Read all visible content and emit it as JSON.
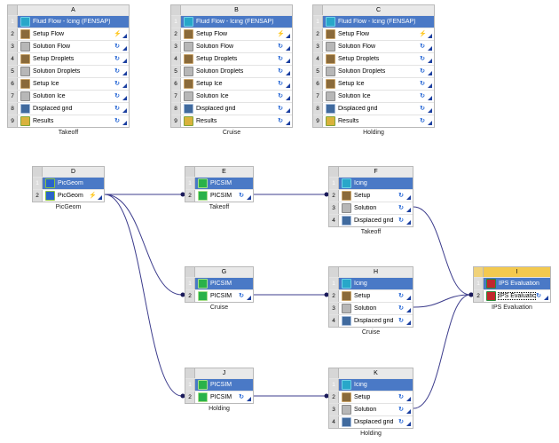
{
  "ui": {
    "systems": [
      {
        "id": "A",
        "letter": "A",
        "caption": "Takeoff",
        "selected": false,
        "rows": [
          {
            "n": "1",
            "label": "Fluid Flow - Icing (FENSAP)",
            "icon": "fluent",
            "status": "",
            "title": true
          },
          {
            "n": "2",
            "label": "Setup Flow",
            "icon": "setup",
            "status": "update"
          },
          {
            "n": "3",
            "label": "Solution Flow",
            "icon": "solution",
            "status": "refresh"
          },
          {
            "n": "4",
            "label": "Setup Droplets",
            "icon": "setup",
            "status": "refresh"
          },
          {
            "n": "5",
            "label": "Solution Droplets",
            "icon": "solution",
            "status": "refresh"
          },
          {
            "n": "6",
            "label": "Setup Ice",
            "icon": "setup",
            "status": "refresh"
          },
          {
            "n": "7",
            "label": "Solution Ice",
            "icon": "solution",
            "status": "refresh"
          },
          {
            "n": "8",
            "label": "Displaced grid",
            "icon": "grid",
            "status": "refresh"
          },
          {
            "n": "9",
            "label": "Results",
            "icon": "results",
            "status": "refresh"
          }
        ]
      },
      {
        "id": "B",
        "letter": "B",
        "caption": "Cruise",
        "selected": false,
        "rows": [
          {
            "n": "1",
            "label": "Fluid Flow - Icing (FENSAP)",
            "icon": "fluent",
            "status": "",
            "title": true
          },
          {
            "n": "2",
            "label": "Setup Flow",
            "icon": "setup",
            "status": "update"
          },
          {
            "n": "3",
            "label": "Solution Flow",
            "icon": "solution",
            "status": "refresh"
          },
          {
            "n": "4",
            "label": "Setup Droplets",
            "icon": "setup",
            "status": "refresh"
          },
          {
            "n": "5",
            "label": "Solution Droplets",
            "icon": "solution",
            "status": "refresh"
          },
          {
            "n": "6",
            "label": "Setup Ice",
            "icon": "setup",
            "status": "refresh"
          },
          {
            "n": "7",
            "label": "Solution Ice",
            "icon": "solution",
            "status": "refresh"
          },
          {
            "n": "8",
            "label": "Displaced grid",
            "icon": "grid",
            "status": "refresh"
          },
          {
            "n": "9",
            "label": "Results",
            "icon": "results",
            "status": "refresh"
          }
        ]
      },
      {
        "id": "C",
        "letter": "C",
        "caption": "Holding",
        "selected": false,
        "rows": [
          {
            "n": "1",
            "label": "Fluid Flow - Icing (FENSAP)",
            "icon": "fluent",
            "status": "",
            "title": true
          },
          {
            "n": "2",
            "label": "Setup Flow",
            "icon": "setup",
            "status": "update"
          },
          {
            "n": "3",
            "label": "Solution Flow",
            "icon": "solution",
            "status": "refresh"
          },
          {
            "n": "4",
            "label": "Setup Droplets",
            "icon": "setup",
            "status": "refresh"
          },
          {
            "n": "5",
            "label": "Solution Droplets",
            "icon": "solution",
            "status": "refresh"
          },
          {
            "n": "6",
            "label": "Setup Ice",
            "icon": "setup",
            "status": "refresh"
          },
          {
            "n": "7",
            "label": "Solution Ice",
            "icon": "solution",
            "status": "refresh"
          },
          {
            "n": "8",
            "label": "Displaced grid",
            "icon": "grid",
            "status": "refresh"
          },
          {
            "n": "9",
            "label": "Results",
            "icon": "results",
            "status": "refresh"
          }
        ]
      },
      {
        "id": "D",
        "letter": "D",
        "caption": "PicGeom",
        "selected": false,
        "rows": [
          {
            "n": "1",
            "label": "PicGeom",
            "icon": "picgeom",
            "status": "",
            "title": true
          },
          {
            "n": "2",
            "label": "PicGeom",
            "icon": "picgeom",
            "status": "update"
          }
        ]
      },
      {
        "id": "E",
        "letter": "E",
        "caption": "Takeoff",
        "selected": false,
        "rows": [
          {
            "n": "1",
            "label": "PICSIM",
            "icon": "picsim",
            "status": "",
            "title": true
          },
          {
            "n": "2",
            "label": "PICSIM",
            "icon": "picsim",
            "status": "refresh"
          }
        ]
      },
      {
        "id": "F",
        "letter": "F",
        "caption": "Takeoff",
        "selected": false,
        "rows": [
          {
            "n": "1",
            "label": "Icing",
            "icon": "fluent",
            "status": "",
            "title": true
          },
          {
            "n": "2",
            "label": "Setup",
            "icon": "setup",
            "status": "refresh"
          },
          {
            "n": "3",
            "label": "Solution",
            "icon": "solution",
            "status": "refresh"
          },
          {
            "n": "4",
            "label": "Displaced grid",
            "icon": "grid",
            "status": "refresh"
          }
        ]
      },
      {
        "id": "G",
        "letter": "G",
        "caption": "Cruise",
        "selected": false,
        "rows": [
          {
            "n": "1",
            "label": "PICSIM",
            "icon": "picsim",
            "status": "",
            "title": true
          },
          {
            "n": "2",
            "label": "PICSIM",
            "icon": "picsim",
            "status": "refresh"
          }
        ]
      },
      {
        "id": "H",
        "letter": "H",
        "caption": "Cruise",
        "selected": false,
        "rows": [
          {
            "n": "1",
            "label": "Icing",
            "icon": "fluent",
            "status": "",
            "title": true
          },
          {
            "n": "2",
            "label": "Setup",
            "icon": "setup",
            "status": "refresh"
          },
          {
            "n": "3",
            "label": "Solution",
            "icon": "solution",
            "status": "refresh"
          },
          {
            "n": "4",
            "label": "Displaced grid",
            "icon": "grid",
            "status": "refresh"
          }
        ]
      },
      {
        "id": "I",
        "letter": "I",
        "caption": "IPS Evaluation",
        "selected": true,
        "rows": [
          {
            "n": "1",
            "label": "IPS Evaluation",
            "icon": "ips",
            "status": "",
            "title": true
          },
          {
            "n": "2",
            "label": "IPS Evaluation",
            "icon": "ips",
            "status": "refresh",
            "focus": true
          }
        ]
      },
      {
        "id": "J",
        "letter": "J",
        "caption": "Holding",
        "selected": false,
        "rows": [
          {
            "n": "1",
            "label": "PICSIM",
            "icon": "picsim",
            "status": "",
            "title": true
          },
          {
            "n": "2",
            "label": "PICSIM",
            "icon": "picsim",
            "status": "refresh"
          }
        ]
      },
      {
        "id": "K",
        "letter": "K",
        "caption": "Holding",
        "selected": false,
        "rows": [
          {
            "n": "1",
            "label": "Icing",
            "icon": "fluent",
            "status": "",
            "title": true
          },
          {
            "n": "2",
            "label": "Setup",
            "icon": "setup",
            "status": "refresh"
          },
          {
            "n": "3",
            "label": "Solution",
            "icon": "solution",
            "status": "refresh"
          },
          {
            "n": "4",
            "label": "Displaced grid",
            "icon": "grid",
            "status": "refresh"
          }
        ]
      }
    ],
    "links": [
      {
        "from": "D",
        "fromRow": 2,
        "to": "E",
        "toRow": 2
      },
      {
        "from": "D",
        "fromRow": 2,
        "to": "G",
        "toRow": 2
      },
      {
        "from": "D",
        "fromRow": 2,
        "to": "J",
        "toRow": 2
      },
      {
        "from": "E",
        "fromRow": 2,
        "to": "F",
        "toRow": 2
      },
      {
        "from": "G",
        "fromRow": 2,
        "to": "H",
        "toRow": 2
      },
      {
        "from": "J",
        "fromRow": 2,
        "to": "K",
        "toRow": 2
      },
      {
        "from": "F",
        "fromRow": 3,
        "to": "I",
        "toRow": 2
      },
      {
        "from": "H",
        "fromRow": 3,
        "to": "I",
        "toRow": 2
      },
      {
        "from": "K",
        "fromRow": 3,
        "to": "I",
        "toRow": 2
      }
    ],
    "colors": {
      "title_row": "#4a79c6",
      "link": "#3c3c8c",
      "selected_header": "#f3c94f"
    }
  }
}
